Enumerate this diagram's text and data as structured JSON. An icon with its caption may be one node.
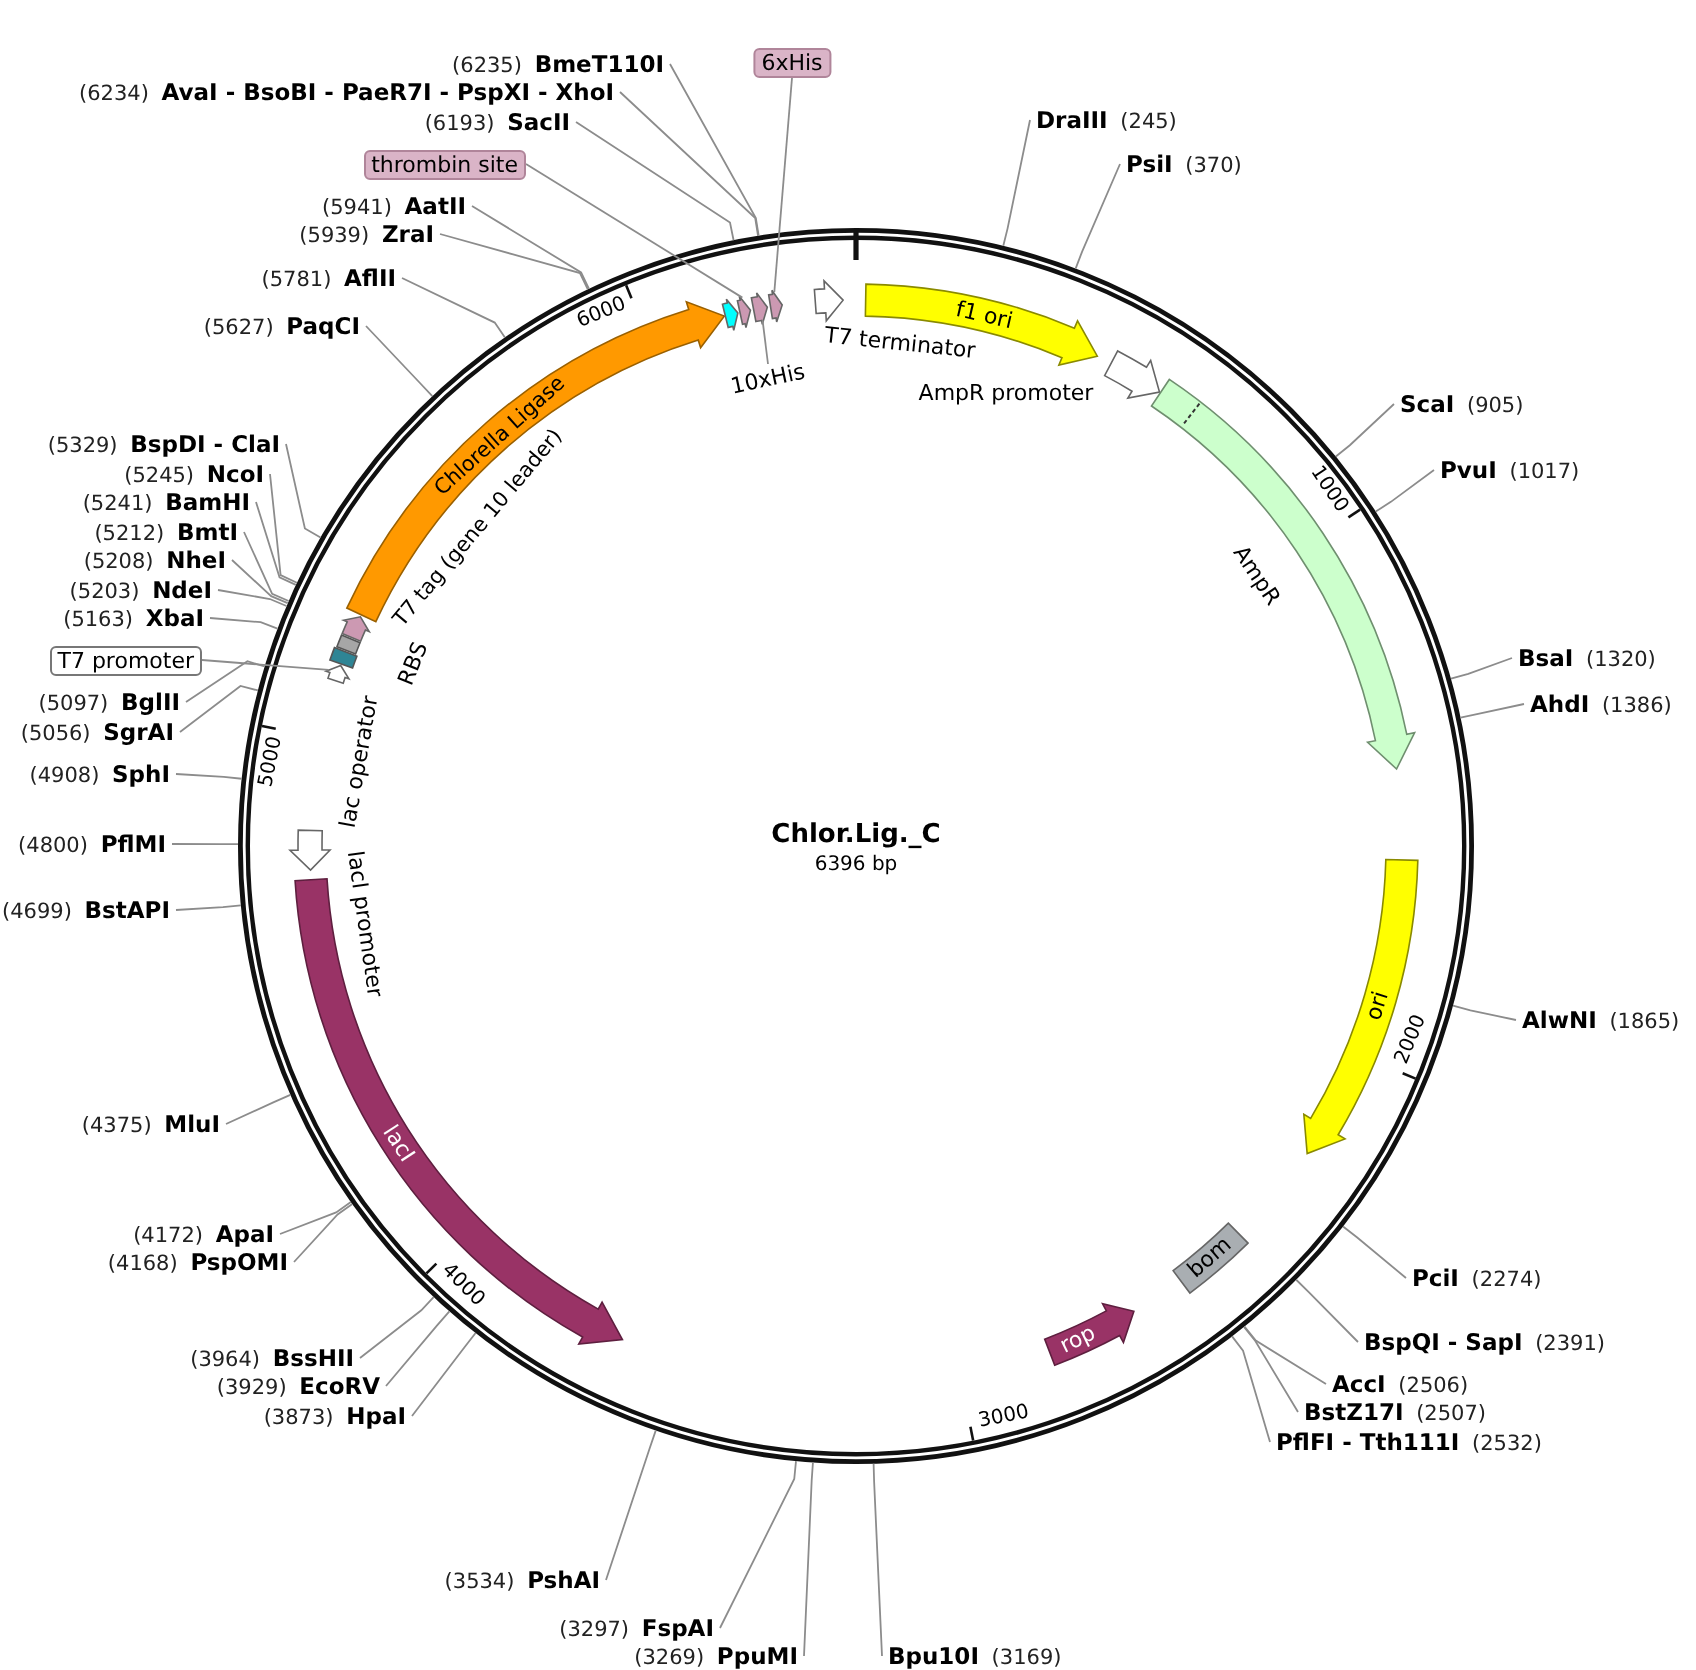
{
  "diagram": {
    "title": "Chlor.Lig._C",
    "nodes": [
      {
        "text": [],
        "shape": "circle"
      },
      {
        "text": [
          "f1 ori"
        ],
        "in": 0
      },
      {
        "text": [],
        "shape": "arrow",
        "beside": [
          "AmpR promoter"
        ],
        "in": 0
      },
      {
        "text": [],
        "shape": "arrow",
        "beside": [
          "AmpR"
        ],
        "in": 0
      },
      {
        "text": [
          "ori"
        ],
        "in": 0
      },
      {
        "text": [
          "bom"
        ],
        "in": 0
      },
      {
        "text": [
          "rop"
        ],
        "in": 0
      },
      {
        "text": [
          "lacI"
        ],
        "in": 0
      },
      {
        "text": [],
        "shape": "arrow",
        "in": 0
      },
      {
        "text": [],
        "shape": "arrow",
        "in": 0
      },
      {
        "text": [],
        "shape": "box",
        "in": 0
      },
      {
        "text": [],
        "shape": "box",
        "in": 0
      },
      {
        "text": [],
        "shape": "arrow",
        "in": 0
      },
      {
        "text": [
          "Chlorella Ligase"
        ],
        "in": 0
      },
      {
        "text": [],
        "shape": "arrow",
        "in": 0
      },
      {
        "text": [],
        "shape": "arrow",
        "in": 0
      },
      {
        "text": [],
        "shape": "arrow",
        "in": 0
      },
      {
        "text": [],
        "shape": "arrow",
        "in": 0
      },
      {
        "text": [],
        "shape": "arrow",
        "beside": [
          "T7 terminator"
        ],
        "in": 0
      },
      {
        "text": [
          "10xHis"
        ],
        "in": 0
      },
      {
        "text": [
          "thrombin site"
        ]
      },
      {
        "text": [
          "6xHis"
        ]
      },
      {
        "text": [
          "T7 promoter"
        ]
      },
      {
        "text": [
          "**DraIII** (245)"
        ]
      },
      {
        "text": [
          "**PsiI** (370)"
        ]
      },
      {
        "text": [
          "**ScaI** (905)"
        ]
      },
      {
        "text": [
          "**PvuI** (1017)"
        ]
      },
      {
        "text": [
          "**BsaI** (1320)"
        ]
      },
      {
        "text": [
          "**AhdI** (1386)"
        ]
      },
      {
        "text": [
          "**AlwNI** (1865)"
        ]
      },
      {
        "text": [
          "**PciI** (2274)"
        ]
      },
      {
        "text": [
          "**BspQI - SapI** (2391)"
        ]
      },
      {
        "text": [
          "**AccI** (2506)"
        ]
      },
      {
        "text": [
          "**BstZ17I** (2507)"
        ]
      },
      {
        "text": [
          "**PflFI - Tth111I** (2532)"
        ]
      },
      {
        "text": [
          "**Bpu10I** (3169)"
        ]
      },
      {
        "text": [
          "(3269) **PpuMI**"
        ]
      },
      {
        "text": [
          "(3297) **FspAI**"
        ]
      },
      {
        "text": [
          "(3534) **PshAI**"
        ]
      },
      {
        "text": [
          "(3873) **HpaI**"
        ]
      },
      {
        "text": [
          "(3929) **EcoRV**"
        ]
      },
      {
        "text": [
          "(3964) **BssHII**"
        ]
      },
      {
        "text": [
          "(4168) **PspOMI**"
        ]
      },
      {
        "text": [
          "(4172) **ApaI**"
        ]
      },
      {
        "text": [
          "(4375) **MluI**"
        ]
      },
      {
        "text": [
          "(4699) **BstAPI**"
        ]
      },
      {
        "text": [
          "(4800) **PflMI**"
        ]
      },
      {
        "text": [
          "(4908) **SphI**"
        ]
      },
      {
        "text": [
          "(5056) **SgrAI**"
        ]
      },
      {
        "text": [
          "(5097) **BglII**"
        ]
      },
      {
        "text": [
          "(5163) **XbaI**"
        ]
      },
      {
        "text": [
          "(5203) **NdeI**"
        ]
      },
      {
        "text": [
          "(5208) **NheI**"
        ]
      },
      {
        "text": [
          "(5212) **BmtI**"
        ]
      },
      {
        "text": [
          "(5241) **BamHI**"
        ]
      },
      {
        "text": [
          "(5245) **NcoI**"
        ]
      },
      {
        "text": [
          "(5329) **BspDI - ClaI**"
        ]
      },
      {
        "text": [
          "(5627) **PaqCI**"
        ]
      },
      {
        "text": [
          "(5781) **AflII**"
        ]
      },
      {
        "text": [
          "(5939) **ZraI**"
        ]
      },
      {
        "text": [
          "(5941) **AatII**"
        ]
      },
      {
        "text": [
          "(6193) **SacII**"
        ]
      },
      {
        "text": [
          "(6234) **AvaI - BsoBI - PaeR7I - PspXI - XhoI**"
        ]
      },
      {
        "text": [
          "(6235) **BmeT110I**"
        ]
      }
    ],
    "edges": [
      {
        "from": 19,
        "to": 16,
        "arrow": "none"
      },
      {
        "from": 20,
        "to": 15,
        "arrow": "none"
      },
      {
        "from": 21,
        "to": 17,
        "arrow": "none"
      },
      {
        "from": 22,
        "to": 9,
        "arrow": "none"
      },
      {
        "from": 23,
        "to": 0,
        "arrow": "none"
      },
      {
        "from": 24,
        "to": 0,
        "arrow": "none"
      },
      {
        "from": 25,
        "to": 0,
        "arrow": "none"
      },
      {
        "from": 26,
        "to": 0,
        "arrow": "none"
      },
      {
        "from": 27,
        "to": 0,
        "arrow": "none"
      },
      {
        "from": 28,
        "to": 0,
        "arrow": "none"
      },
      {
        "from": 29,
        "to": 0,
        "arrow": "none"
      },
      {
        "from": 30,
        "to": 0,
        "arrow": "none"
      },
      {
        "from": 31,
        "to": 0,
        "arrow": "none"
      },
      {
        "from": 32,
        "to": 0,
        "arrow": "none"
      },
      {
        "from": 33,
        "to": 0,
        "arrow": "none"
      },
      {
        "from": 34,
        "to": 0,
        "arrow": "none"
      },
      {
        "from": 35,
        "to": 0,
        "arrow": "none"
      },
      {
        "from": 36,
        "to": 0,
        "arrow": "none"
      },
      {
        "from": 37,
        "to": 0,
        "arrow": "none"
      },
      {
        "from": 38,
        "to": 0,
        "arrow": "none"
      },
      {
        "from": 39,
        "to": 0,
        "arrow": "none"
      },
      {
        "from": 40,
        "to": 0,
        "arrow": "none"
      },
      {
        "from": 41,
        "to": 0,
        "arrow": "none"
      },
      {
        "from": 42,
        "to": 0,
        "arrow": "none"
      },
      {
        "from": 43,
        "to": 0,
        "arrow": "none"
      },
      {
        "from": 44,
        "to": 0,
        "arrow": "none"
      },
      {
        "from": 45,
        "to": 0,
        "arrow": "none"
      },
      {
        "from": 46,
        "to": 0,
        "arrow": "none"
      },
      {
        "from": 47,
        "to": 0,
        "arrow": "none"
      },
      {
        "from": 48,
        "to": 0,
        "arrow": "none"
      },
      {
        "from": 49,
        "to": 0,
        "arrow": "none"
      },
      {
        "from": 50,
        "to": 0,
        "arrow": "none"
      },
      {
        "from": 51,
        "to": 0,
        "arrow": "none"
      },
      {
        "from": 52,
        "to": 0,
        "arrow": "none"
      },
      {
        "from": 53,
        "to": 0,
        "arrow": "none"
      },
      {
        "from": 54,
        "to": 0,
        "arrow": "none"
      },
      {
        "from": 55,
        "to": 0,
        "arrow": "none"
      },
      {
        "from": 56,
        "to": 0,
        "arrow": "none"
      },
      {
        "from": 57,
        "to": 0,
        "arrow": "none"
      },
      {
        "from": 58,
        "to": 0,
        "arrow": "none"
      },
      {
        "from": 59,
        "to": 0,
        "arrow": "none"
      },
      {
        "from": 60,
        "to": 0,
        "arrow": "none"
      },
      {
        "from": 61,
        "to": 0,
        "arrow": "none"
      },
      {
        "from": 62,
        "to": 0,
        "arrow": "none"
      },
      {
        "from": 63,
        "to": 0,
        "arrow": "none"
      }
    ],
    "labels": [
      "6396 bp",
      "1000",
      "2000",
      "3000",
      "4000",
      "5000",
      "6000",
      "T7 tag (gene 10 leader)",
      "RBS",
      "lac operator",
      "lacI promoter"
    ]
  }
}
